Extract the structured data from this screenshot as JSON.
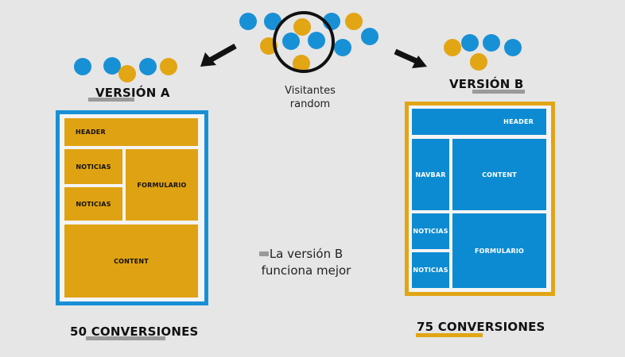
{
  "center": {
    "visitors_line1": "Visitantes",
    "visitors_line2": "random",
    "result_line1": "La versión B",
    "result_line2": "funciona mejor"
  },
  "version_a": {
    "title": "VERSIÓN A",
    "conversions": "50 CONVERSIONES",
    "blocks": {
      "header": "HEADER",
      "noticias1": "NOTICIAS",
      "noticias2": "NOTICIAS",
      "formulario": "FORMULARIO",
      "content": "CONTENT"
    }
  },
  "version_b": {
    "title": "VERSIÓN B",
    "conversions": "75 CONVERSIONES",
    "blocks": {
      "header": "HEADER",
      "navbar": "NAVBAR",
      "content": "CONTENT",
      "noticias1": "NOTICIAS",
      "noticias2": "NOTICIAS",
      "formulario": "FORMULARIO"
    }
  },
  "colors": {
    "blue": "#1890d6",
    "gold": "#e2a514",
    "background": "#e6e6e6"
  }
}
